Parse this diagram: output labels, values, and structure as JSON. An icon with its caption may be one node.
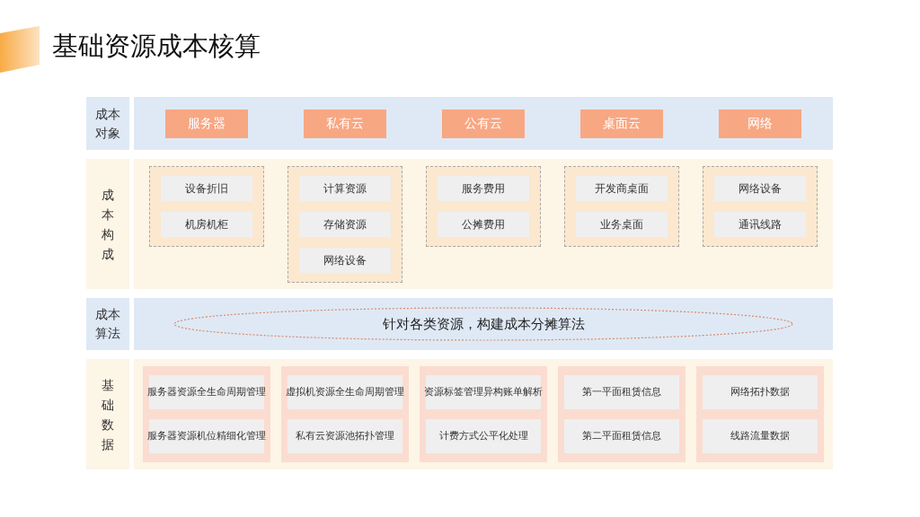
{
  "diagram": {
    "title": "基础资源成本核算",
    "nodes": [
      {
        "text": [
          "成本对象"
        ]
      },
      {
        "text": [],
        "shape": "box"
      },
      {
        "text": [
          "服务器"
        ],
        "in": 1
      },
      {
        "text": [
          "私有云"
        ],
        "in": 1
      },
      {
        "text": [
          "公有云"
        ],
        "in": 1
      },
      {
        "text": [
          "桌面云"
        ],
        "in": 1
      },
      {
        "text": [
          "网络"
        ],
        "in": 1
      },
      {
        "text": [
          "成本构成"
        ]
      },
      {
        "text": [],
        "shape": "box"
      },
      {
        "text": [],
        "shape": "box",
        "in": 8
      },
      {
        "text": [
          "设备折旧"
        ],
        "in": 9
      },
      {
        "text": [
          "机房机柜"
        ],
        "in": 9
      },
      {
        "text": [],
        "shape": "box",
        "in": 8
      },
      {
        "text": [
          "计算资源"
        ],
        "in": 12
      },
      {
        "text": [
          "存储资源"
        ],
        "in": 12
      },
      {
        "text": [
          "网络设备"
        ],
        "in": 12
      },
      {
        "text": [],
        "shape": "box",
        "in": 8
      },
      {
        "text": [
          "服务费用"
        ],
        "in": 16
      },
      {
        "text": [
          "公摊费用"
        ],
        "in": 16
      },
      {
        "text": [],
        "shape": "box",
        "in": 8
      },
      {
        "text": [
          "开发商桌面"
        ],
        "in": 19
      },
      {
        "text": [
          "业务桌面"
        ],
        "in": 19
      },
      {
        "text": [],
        "shape": "box",
        "in": 8
      },
      {
        "text": [
          "网络设备"
        ],
        "in": 22
      },
      {
        "text": [
          "通讯线路"
        ],
        "in": 22
      },
      {
        "text": [
          "成本算法"
        ]
      },
      {
        "text": [],
        "shape": "box"
      },
      {
        "text": [
          "针对各类资源，构建成本分摊算法"
        ],
        "in": 26
      },
      {
        "text": [
          "基础数据"
        ]
      },
      {
        "text": [],
        "shape": "box"
      },
      {
        "text": [],
        "shape": "box",
        "in": 29
      },
      {
        "text": [
          "服务器资源全生命周期管理"
        ],
        "in": 30
      },
      {
        "text": [
          "服务器资源机位精细化管理"
        ],
        "in": 30
      },
      {
        "text": [],
        "shape": "box",
        "in": 29
      },
      {
        "text": [
          "虚拟机资源全生命周期管理"
        ],
        "in": 33
      },
      {
        "text": [
          "私有云资源池拓扑管理"
        ],
        "in": 33
      },
      {
        "text": [],
        "shape": "box",
        "in": 29
      },
      {
        "text": [
          "资源标签管理异构账单解析"
        ],
        "in": 36
      },
      {
        "text": [
          "计费方式公平化处理"
        ],
        "in": 36
      },
      {
        "text": [],
        "shape": "box",
        "in": 29
      },
      {
        "text": [
          "第一平面租赁信息"
        ],
        "in": 39
      },
      {
        "text": [
          "第二平面租赁信息"
        ],
        "in": 39
      },
      {
        "text": [],
        "shape": "box",
        "in": 29
      },
      {
        "text": [
          "网络拓扑数据"
        ],
        "in": 42
      },
      {
        "text": [
          "线路流量数据"
        ],
        "in": 42
      }
    ]
  }
}
